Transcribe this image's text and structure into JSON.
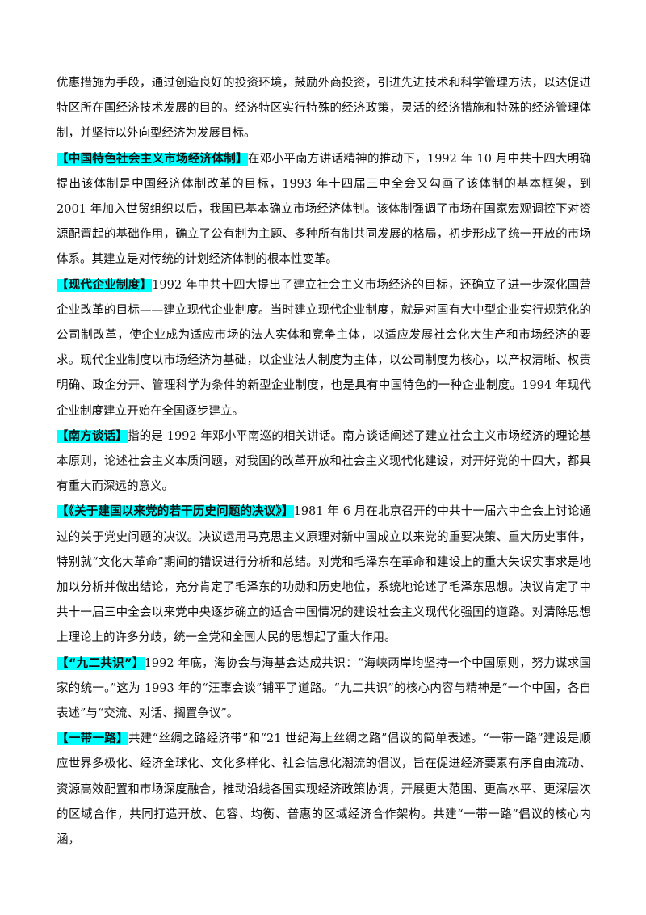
{
  "paragraphs": [
    {
      "term": "",
      "text": "优惠措施为手段，通过创造良好的投资环境，鼓励外商投资，引进先进技术和科学管理方法，以达促进特区所在国经济技术发展的目的。经济特区实行特殊的经济政策，灵活的经济措施和特殊的经济管理体制，并坚持以外向型经济为发展目标。"
    },
    {
      "term": "【中国特色社会主义市场经济体制】",
      "text": "在邓小平南方讲话精神的推动下，1992 年 10 月中共十四大明确提出该体制是中国经济体制改革的目标，1993 年十四届三中全会又勾画了该体制的基本框架，到 2001 年加入世贸组织以后，我国已基本确立市场经济体制。该体制强调了市场在国家宏观调控下对资源配置起的基础作用，确立了公有制为主题、多种所有制共同发展的格局，初步形成了统一开放的市场体系。其建立是对传统的计划经济体制的根本性变革。"
    },
    {
      "term": "【现代企业制度】",
      "text": "1992 年中共十四大提出了建立社会主义市场经济的目标，还确立了进一步深化国营企业改革的目标——建立现代企业制度。当时建立现代企业制度，就是对国有大中型企业实行规范化的公司制改革，使企业成为适应市场的法人实体和竞争主体，以适应发展社会化大生产和市场经济的要求。现代企业制度以市场经济为基础，以企业法人制度为主体，以公司制度为核心，以产权清晰、权责明确、政企分开、管理科学为条件的新型企业制度，也是具有中国特色的一种企业制度。1994 年现代企业制度建立开始在全国逐步建立。"
    },
    {
      "term": "【南方谈话】",
      "text": "指的是 1992 年邓小平南巡的相关讲话。南方谈话阐述了建立社会主义市场经济的理论基本原则，论述社会主义本质问题，对我国的改革开放和社会主义现代化建设，对开好党的十四大，都具有重大而深远的意义。"
    },
    {
      "term": "【《关于建国以来党的若干历史问题的决议》】",
      "text": "1981 年 6 月在北京召开的中共十一届六中全会上讨论通过的关于党史问题的决议。决议运用马克思主义原理对新中国成立以来党的重要决策、重大历史事件，特别就“文化大革命”期间的错误进行分析和总结。对党和毛泽东在革命和建设上的重大失误实事求是地加以分析并做出结论，充分肯定了毛泽东的功勋和历史地位，系统地论述了毛泽东思想。决议肯定了中共十一届三中全会以来党中央逐步确立的适合中国情况的建设社会主义现代化强国的道路。对清除思想上理论上的许多分歧，统一全党和全国人民的思想起了重大作用。"
    },
    {
      "term": "【“九二共识”】",
      "text": "1992 年底，海协会与海基会达成共识：“海峡两岸均坚持一个中国原则，努力谋求国家的统一。”这为 1993 年的“汪辜会谈”铺平了道路。“九二共识”的核心内容与精神是“一个中国，各自表述”与“交流、对话、搁置争议”。"
    },
    {
      "term": "【一带一路】",
      "text": "共建“丝绸之路经济带”和“21 世纪海上丝绸之路”倡议的简单表述。“一带一路”建设是顺应世界多极化、经济全球化、文化多样化、社会信息化潮流的倡议，旨在促进经济要素有序自由流动、资源高效配置和市场深度融合，推动沿线各国实现经济政策协调，开展更大范围、更高水平、更深层次的区域合作，共同打造开放、包容、均衡、普惠的区域经济合作架构。共建“一带一路”倡议的核心内涵，"
    }
  ]
}
